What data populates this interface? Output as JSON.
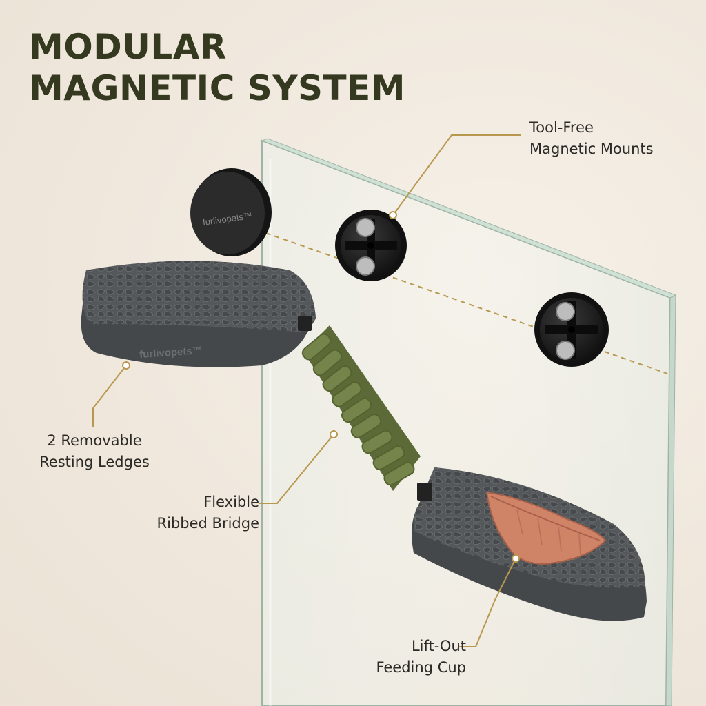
{
  "title": {
    "line1": "MODULAR",
    "line2": "MAGNETIC SYSTEM"
  },
  "brand": "furlivopets™",
  "callouts": {
    "mounts": {
      "line1": "Tool-Free",
      "line2": "Magnetic Mounts"
    },
    "ledges": {
      "line1": "2 Removable",
      "line2": "Resting Ledges"
    },
    "bridge": {
      "line1": "Flexible",
      "line2": "Ribbed Bridge"
    },
    "cup": {
      "line1": "Lift-Out",
      "line2": "Feeding Cup"
    }
  },
  "colors": {
    "title": "#35391f",
    "leader": "#b8974e",
    "ledge": "#54575a",
    "bridge": "#6f7d45",
    "cup": "#cf8468",
    "mount": "#1c1c1c"
  }
}
